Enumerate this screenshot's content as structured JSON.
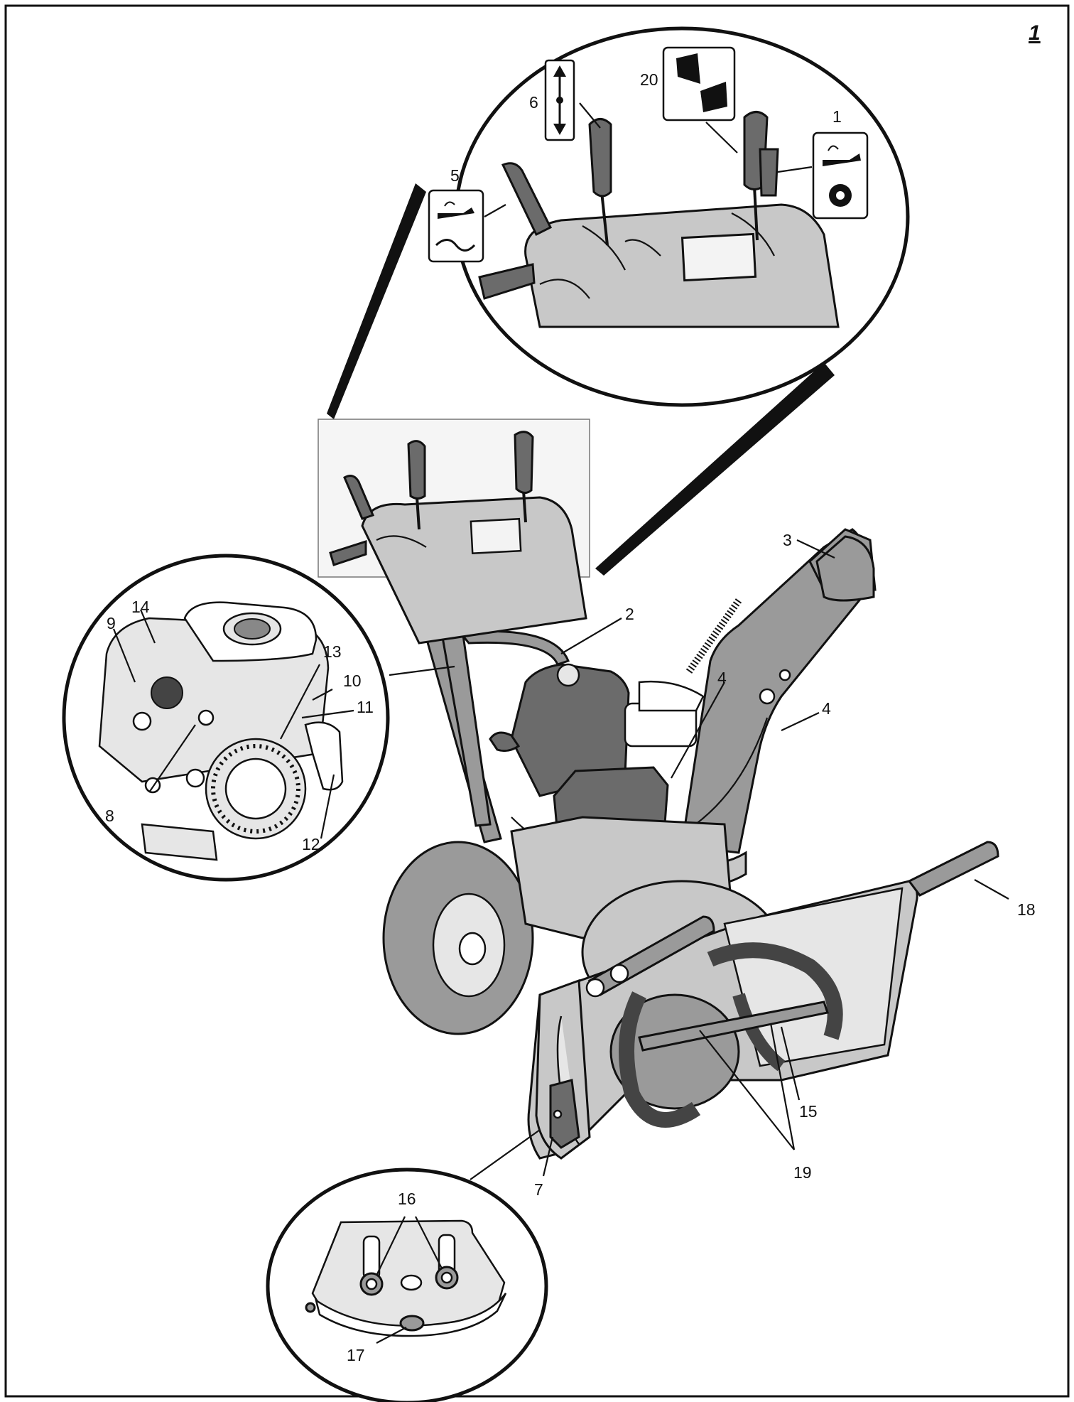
{
  "figure": {
    "number": "1",
    "callouts": {
      "c1": "1",
      "c2": "2",
      "c3": "3",
      "c4a": "4",
      "c4b": "4",
      "c5": "5",
      "c6": "6",
      "c7": "7",
      "c8": "8",
      "c9": "9",
      "c10": "10",
      "c11": "11",
      "c12": "12",
      "c13": "13",
      "c14": "14",
      "c15": "15",
      "c16": "16",
      "c17": "17",
      "c18": "18",
      "c19": "19",
      "c20": "20"
    },
    "icons": {
      "i1": "drive-engage-wheel-icon",
      "i5": "auger-engage-icon",
      "i6": "up-down-arrow-icon",
      "i20": "chute-deflector-icon"
    }
  }
}
